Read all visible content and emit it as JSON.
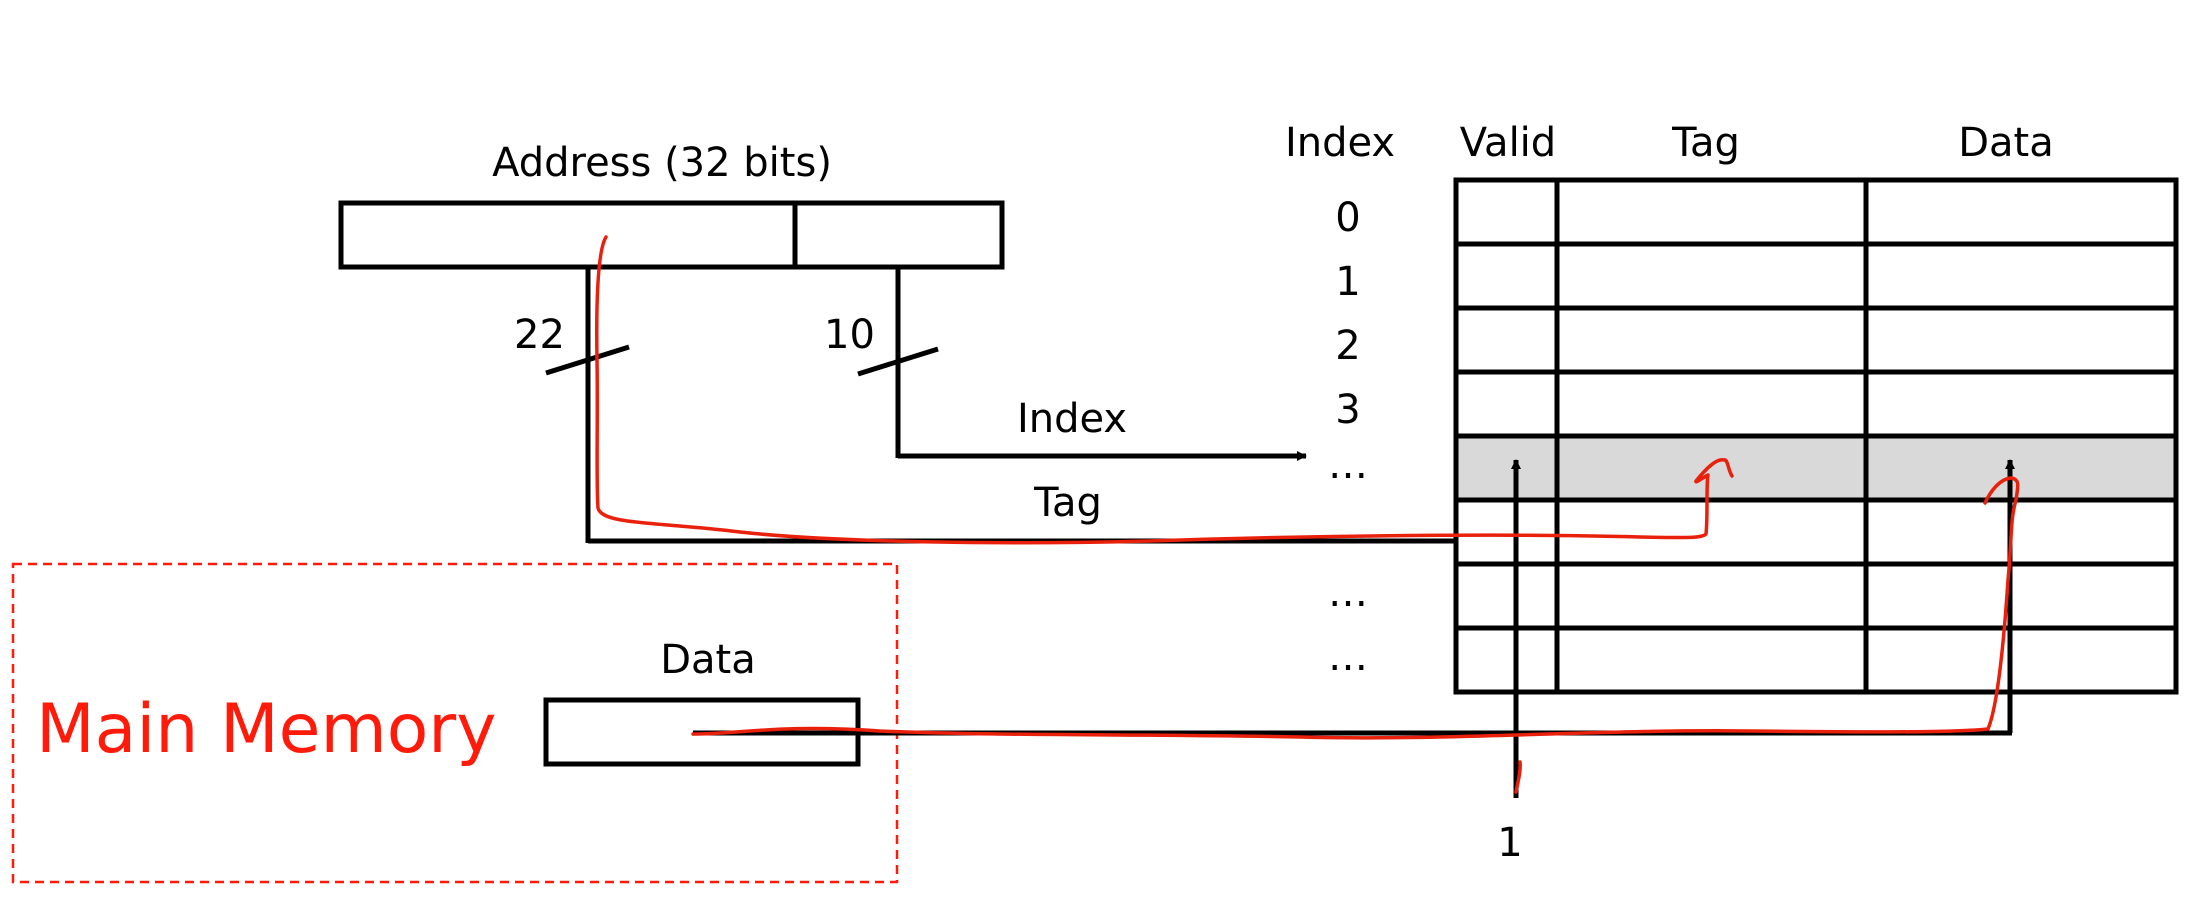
{
  "address": {
    "title": "Address (32 bits)",
    "tag_bits": "22",
    "index_bits": "10"
  },
  "arrows": {
    "index_label": "Index",
    "tag_label": "Tag"
  },
  "cache": {
    "headers": {
      "index": "Index",
      "valid": "Valid",
      "tag": "Tag",
      "data": "Data"
    },
    "index_labels": [
      "0",
      "1",
      "2",
      "3",
      "…",
      "",
      "…",
      "…"
    ],
    "highlight_row": 4,
    "highlight_color": "#d9d9d9",
    "valid_input": "1"
  },
  "memory": {
    "title": "Main Memory",
    "data_label": "Data",
    "border_color": "#ff1a0a"
  },
  "annotation_color": "#e8200c"
}
